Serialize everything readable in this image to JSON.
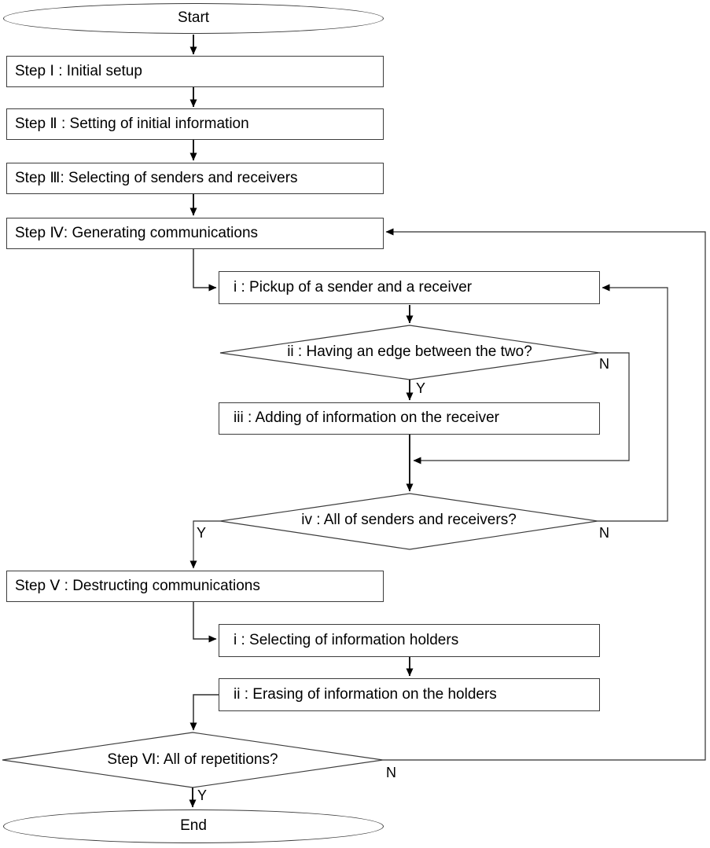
{
  "diagram": {
    "type": "flowchart",
    "nodes": {
      "start": {
        "type": "terminator",
        "label": "Start"
      },
      "step1": {
        "type": "process",
        "label": "Step Ⅰ : Initial setup"
      },
      "step2": {
        "type": "process",
        "label": "Step Ⅱ : Setting of initial information"
      },
      "step3": {
        "type": "process",
        "label": "Step Ⅲ: Selecting of senders and receivers"
      },
      "step4": {
        "type": "process",
        "label": "Step Ⅳ: Generating communications"
      },
      "sub4_i": {
        "type": "process",
        "label": "i : Pickup of a sender and a receiver"
      },
      "sub4_ii": {
        "type": "decision",
        "label": "ii : Having an edge between the two?"
      },
      "sub4_iii": {
        "type": "process",
        "label": "iii : Adding of information on the receiver"
      },
      "sub4_iv": {
        "type": "decision",
        "label": "iv : All of senders and receivers?"
      },
      "step5": {
        "type": "process",
        "label": "Step Ⅴ : Destructing communications"
      },
      "sub5_i": {
        "type": "process",
        "label": "i : Selecting of information holders"
      },
      "sub5_ii": {
        "type": "process",
        "label": "ii : Erasing of information on the holders"
      },
      "step6": {
        "type": "decision",
        "label": "Step Ⅵ: All of repetitions?"
      },
      "end": {
        "type": "terminator",
        "label": "End"
      }
    },
    "branches": {
      "sub4_ii_yes": "Y",
      "sub4_ii_no": "N",
      "sub4_iv_yes": "Y",
      "sub4_iv_no": "N",
      "step6_yes": "Y",
      "step6_no": "N"
    },
    "colors": {
      "line": "#3c3c3c",
      "arrowhead": "#000000",
      "node_fill": "#ffffff",
      "text": "#000000",
      "background": "#ffffff"
    }
  }
}
